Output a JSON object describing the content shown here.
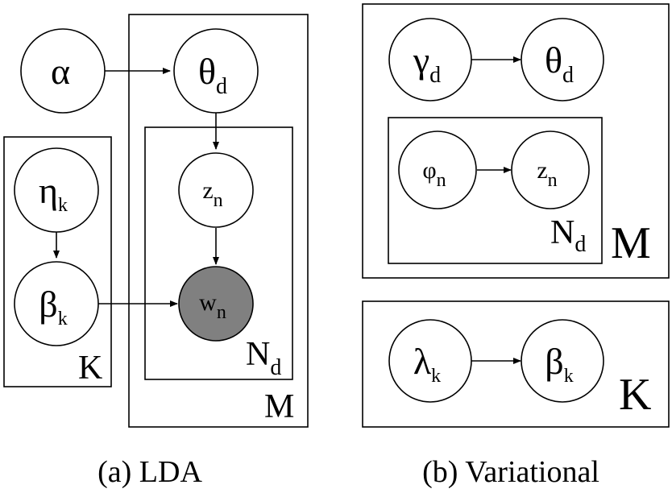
{
  "panel_a": {
    "caption": "(a) LDA",
    "nodes": {
      "alpha": {
        "sym": "α",
        "sub": ""
      },
      "theta": {
        "sym": "θ",
        "sub": "d"
      },
      "z": {
        "sym": "z",
        "sub": "n"
      },
      "w": {
        "sym": "w",
        "sub": "n",
        "observed": true
      },
      "eta": {
        "sym": "η",
        "sub": "k"
      },
      "beta": {
        "sym": "β",
        "sub": "k"
      }
    },
    "plates": {
      "K": {
        "sym": "K",
        "sub": ""
      },
      "M": {
        "sym": "M",
        "sub": ""
      },
      "Nd": {
        "sym": "N",
        "sub": "d"
      }
    }
  },
  "panel_b": {
    "caption": "(b) Variational",
    "nodes": {
      "gamma": {
        "sym": "γ",
        "sub": "d"
      },
      "theta": {
        "sym": "θ",
        "sub": "d"
      },
      "phi": {
        "sym": "φ",
        "sub": "n"
      },
      "z": {
        "sym": "z",
        "sub": "n"
      },
      "lambda": {
        "sym": "λ",
        "sub": "k"
      },
      "beta": {
        "sym": "β",
        "sub": "k"
      }
    },
    "plates": {
      "M": {
        "sym": "M",
        "sub": ""
      },
      "Nd": {
        "sym": "N",
        "sub": "d"
      },
      "K": {
        "sym": "K",
        "sub": ""
      }
    }
  },
  "colors": {
    "observed_fill": "#808080",
    "stroke": "#000000",
    "background": "#ffffff"
  }
}
